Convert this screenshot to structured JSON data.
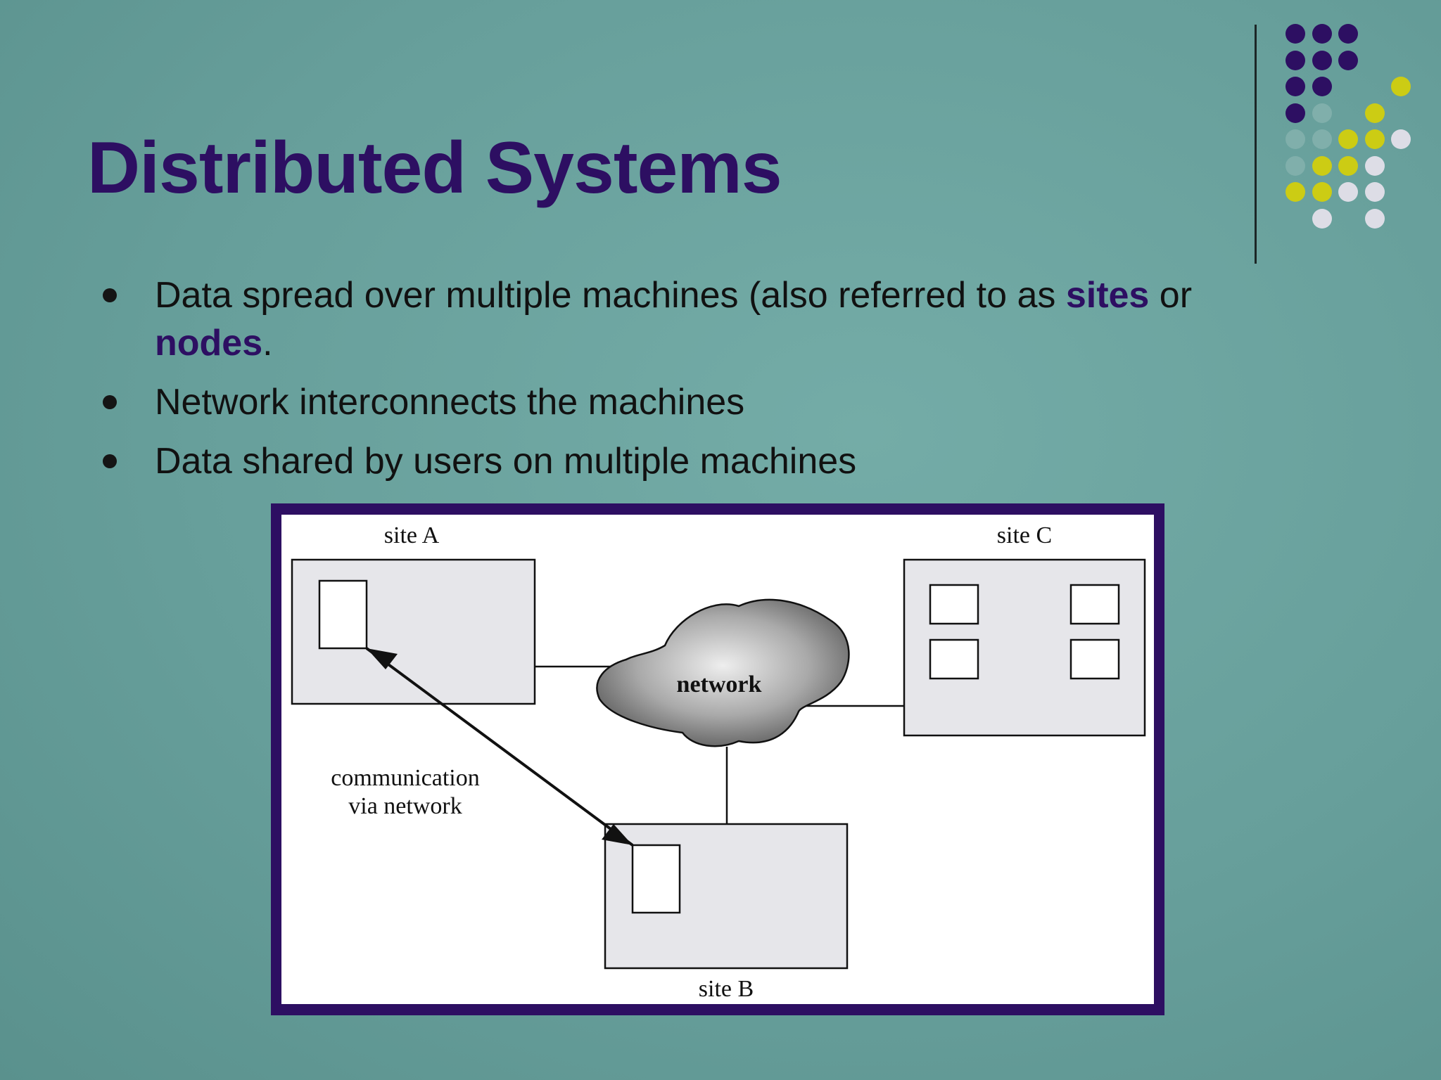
{
  "slide": {
    "title": "Distributed Systems",
    "bullets": {
      "b1_text_1": "Data spread over multiple machines (also referred to as ",
      "b1_hl_1": "sites",
      "b1_text_2": " or ",
      "b1_hl_2": "nodes",
      "b1_text_3": ".",
      "b2": "Network interconnects the machines",
      "b3": "Data shared by users on multiple machines"
    }
  },
  "diagram": {
    "site_a": "site A",
    "site_b": "site B",
    "site_c": "site C",
    "network": "network",
    "comm_line1": "communication",
    "comm_line2": "via network"
  },
  "colors": {
    "background": "#6ba5a0",
    "title": "#2d0f62",
    "frame": "#2d0f62",
    "dot_purple": "#2d0f62",
    "dot_yellow": "#cccc14",
    "dot_grey": "#dddde6",
    "dot_teal": "#80afab"
  }
}
